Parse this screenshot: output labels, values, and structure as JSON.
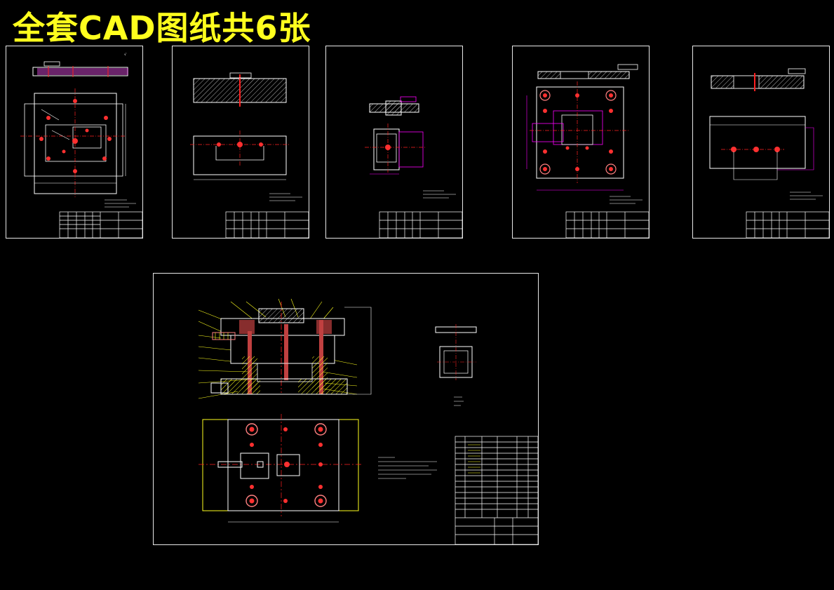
{
  "title": {
    "text": "全套CAD图纸共6张",
    "color": "#ffff1e"
  },
  "colors": {
    "background": "#000000",
    "sheet_border": "#e8e8e8",
    "outline": "#ffffff",
    "hatch": "#ffffff",
    "dimension": "#ff00ff",
    "centerline": "#ff2020",
    "hole_fill": "#ff3030",
    "section_fill": "#ffff1e",
    "leader": "#ffff1e"
  },
  "sheets": [
    {
      "id": "sheet-1",
      "view": "plate-with-radial-holes"
    },
    {
      "id": "sheet-2",
      "view": "bar-with-three-holes"
    },
    {
      "id": "sheet-3",
      "view": "small-block-detail"
    },
    {
      "id": "sheet-4",
      "view": "base-plate-with-pins"
    },
    {
      "id": "sheet-5",
      "view": "long-plate-three-holes"
    },
    {
      "id": "sheet-6",
      "view": "assembly-drawing"
    }
  ]
}
